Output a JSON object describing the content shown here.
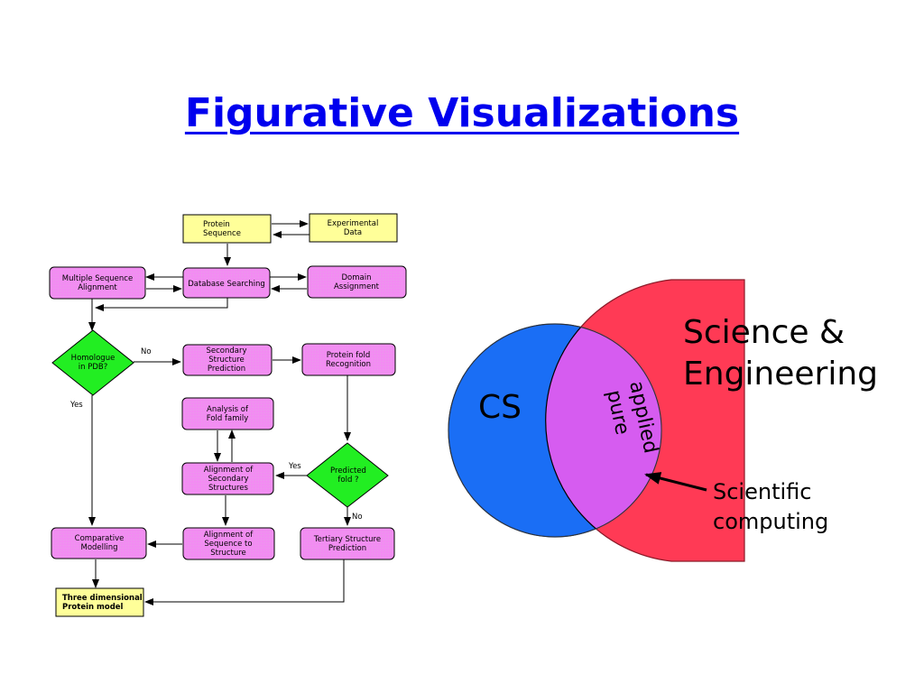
{
  "title": "Figurative Visualizations",
  "flowchart": {
    "nodes": {
      "protein_sequence": [
        "Protein",
        "Sequence"
      ],
      "experimental_data": [
        "Experimental",
        "Data"
      ],
      "database_searching": [
        "Database Searching"
      ],
      "multiple_sequence_alignment": [
        "Multiple Sequence",
        "Alignment"
      ],
      "domain_assignment": [
        "Domain",
        "Assignment"
      ],
      "homologue_in_pdb": [
        "Homologue",
        "in PDB?"
      ],
      "secondary_structure_prediction": [
        "Secondary",
        "Structure",
        "Prediction"
      ],
      "protein_fold_recognition": [
        "Protein fold",
        "Recognition"
      ],
      "analysis_of_fold_family": [
        "Analysis of",
        "Fold family"
      ],
      "alignment_of_secondary_structures": [
        "Alignment of",
        "Secondary",
        "Structures"
      ],
      "predicted_fold": [
        "Predicted",
        "fold ?"
      ],
      "comparative_modelling": [
        "Comparative",
        "Modelling"
      ],
      "alignment_of_sequence_to_structure": [
        "Alignment of",
        "Sequence to",
        "Structure"
      ],
      "tertiary_structure_prediction": [
        "Tertiary Structure",
        "Prediction"
      ],
      "three_dimensional_protein_model": [
        "Three dimensional",
        "Protein model"
      ]
    },
    "edge_labels": {
      "homologue_no": "No",
      "homologue_yes": "Yes",
      "predicted_yes": "Yes",
      "predicted_no": "No"
    },
    "colors": {
      "yellow_box": "#ffff99",
      "pink_box": "#f28cf2",
      "green_diamond": "#22ee22"
    }
  },
  "venn": {
    "cs_label": "CS",
    "science_label_line1": "Science &",
    "science_label_line2": "Engineering",
    "overlap_label_outer": "applied",
    "overlap_label_inner": "pure",
    "callout_line1": "Scientific",
    "callout_line2": "computing",
    "colors": {
      "cs": "#1a6ef5",
      "science": "#ff3a55",
      "overlap": "#d65cf0"
    }
  }
}
